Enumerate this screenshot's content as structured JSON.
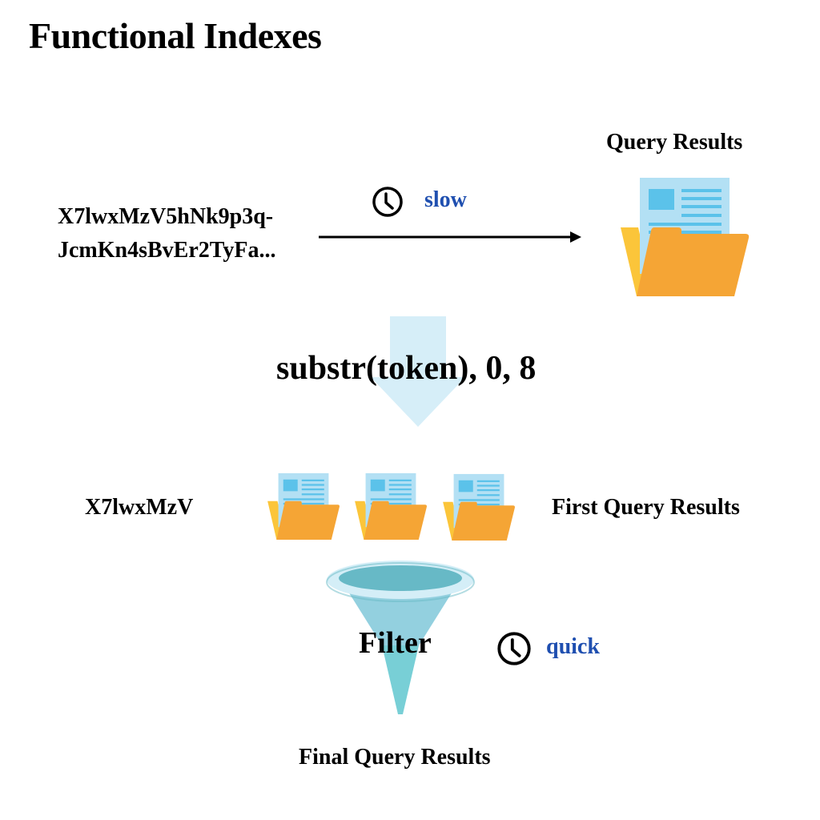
{
  "title": "Functional Indexes",
  "top_flow": {
    "token_line1": "X7lwxMzV5hNk9p3q-",
    "token_line2": "JcmKn4sBvEr2TyFa...",
    "speed_icon": "clock-icon",
    "speed_label": "slow",
    "result_label": "Query Results",
    "result_icon": "folder-document-icon"
  },
  "transform": {
    "label": "substr(token), 0, 8",
    "icon": "down-arrow-icon"
  },
  "bottom_flow": {
    "prefix": "X7lwxMzV",
    "first_results_label": "First Query Results",
    "folder_count": 3,
    "filter_label": "Filter",
    "filter_icon": "funnel-icon",
    "speed_icon": "clock-icon",
    "speed_label": "quick",
    "final_label": "Final Query Results"
  },
  "colors": {
    "speed_text": "#1f4fb0",
    "folder_front": "#f5a535",
    "folder_back": "#fbc53a",
    "document": "#b3e0f4",
    "document_detail": "#5bc2ea",
    "arrow_fill": "#d6eef8",
    "funnel_rim": "#d4eef7",
    "funnel_top": "#67b9c6",
    "funnel_body": "#93d0df",
    "funnel_spout": "#78cfd6"
  }
}
